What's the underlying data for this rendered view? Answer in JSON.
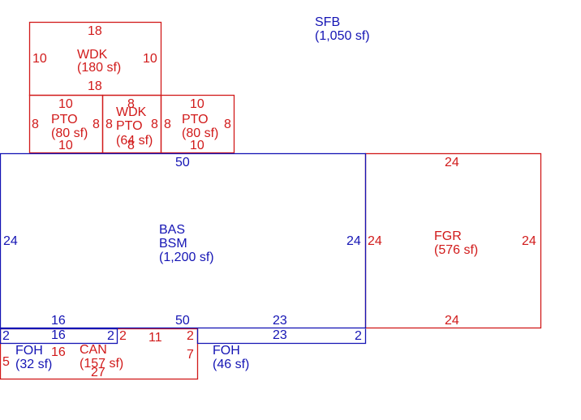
{
  "colors": {
    "red": "#d11a1a",
    "blue": "#1414b4"
  },
  "summary": {
    "code": "SFB",
    "area": "(1,050 sf)"
  },
  "areas": [
    {
      "id": "wdk-top",
      "code": "WDK",
      "area": "(180 sf)",
      "dims": [
        "18",
        "10",
        "10",
        "18"
      ]
    },
    {
      "id": "pto-left",
      "code": "PTO",
      "area": "(80 sf)",
      "dims": [
        "10",
        "8",
        "8",
        "10"
      ]
    },
    {
      "id": "wdk-pto-center",
      "code": "WDK",
      "code2": "PTO",
      "area": "(64 sf)",
      "dims": [
        "8",
        "8",
        "8",
        "8"
      ]
    },
    {
      "id": "pto-right",
      "code": "PTO",
      "area": "(80 sf)",
      "dims": [
        "10",
        "8",
        "8",
        "10"
      ]
    },
    {
      "id": "bas-bsm",
      "code": "BAS",
      "code2": "BSM",
      "area": "(1,200 sf)",
      "dims": [
        "50",
        "24",
        "24",
        "16",
        "50",
        "23"
      ]
    },
    {
      "id": "fgr",
      "code": "FGR",
      "area": "(576 sf)",
      "dims": [
        "24",
        "24",
        "24",
        "24"
      ]
    },
    {
      "id": "foh-left",
      "code": "FOH",
      "area": "(32 sf)",
      "dims": [
        "2",
        "16",
        "2",
        "5"
      ]
    },
    {
      "id": "can",
      "code": "CAN",
      "area": "(157 sf)",
      "dims": [
        "16",
        "2",
        "11",
        "2",
        "7",
        "27"
      ]
    },
    {
      "id": "foh-right",
      "code": "FOH",
      "area": "(46 sf)",
      "dims": [
        "23",
        "2"
      ]
    }
  ]
}
